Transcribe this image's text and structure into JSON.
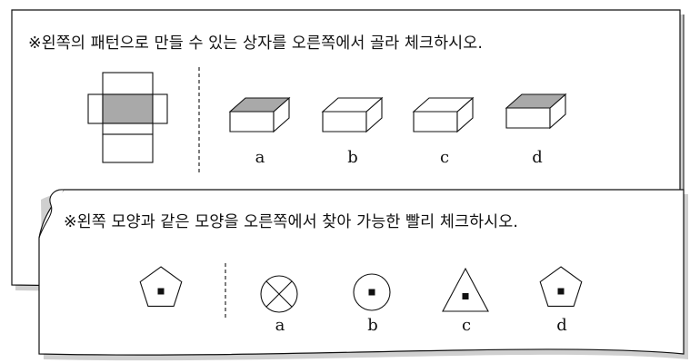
{
  "card1": {
    "instruction": "※왼쪽의 패턴으로 만들 수 있는 상자를 오른쪽에서 골라 체크하시오.",
    "pattern_icon": "box-net-pattern",
    "options": [
      {
        "label": "a",
        "icon": "box-dark-top"
      },
      {
        "label": "b",
        "icon": "box-plain"
      },
      {
        "label": "c",
        "icon": "box-plain"
      },
      {
        "label": "d",
        "icon": "box-dark-top"
      }
    ]
  },
  "card2": {
    "instruction": "※왼쪽 모양과 같은 모양을 오른쪽에서 찾아 가능한 빨리 체크하시오.",
    "target_icon": "pentagon-with-dot",
    "options": [
      {
        "label": "a",
        "icon": "circle-with-x"
      },
      {
        "label": "b",
        "icon": "circle-with-dot"
      },
      {
        "label": "c",
        "icon": "triangle-with-dot"
      },
      {
        "label": "d",
        "icon": "pentagon-with-dot"
      }
    ]
  },
  "colors": {
    "line": "#111111",
    "shade": "#a9a9a9",
    "paper": "#ffffff"
  }
}
